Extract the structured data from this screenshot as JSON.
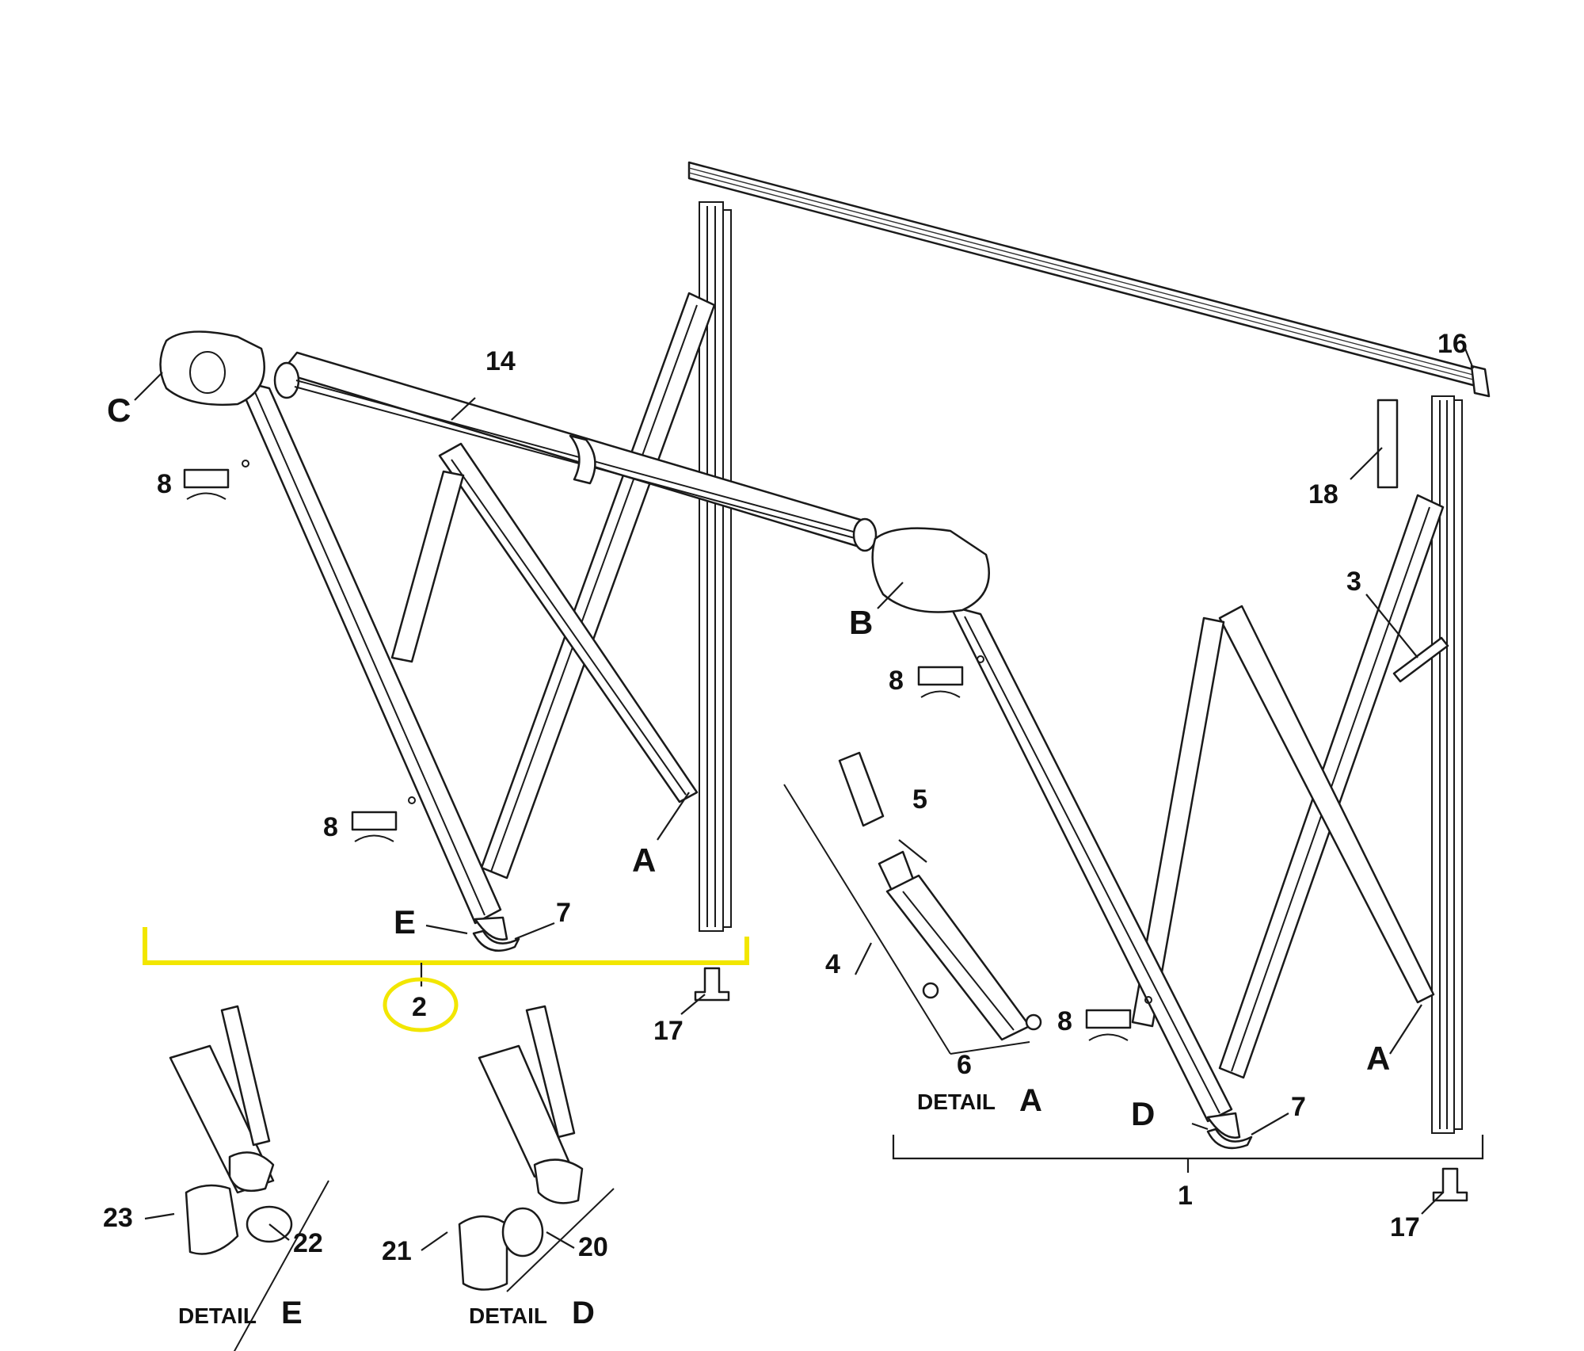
{
  "diagram": {
    "callouts": {
      "n1": "1",
      "n2": "2",
      "n3": "3",
      "n4": "4",
      "n5": "5",
      "n6": "6",
      "n7a": "7",
      "n7b": "7",
      "n8a": "8",
      "n8b": "8",
      "n8c": "8",
      "n8d": "8",
      "n14": "14",
      "n16": "16",
      "n17a": "17",
      "n17b": "17",
      "n18": "18",
      "n20": "20",
      "n21": "21",
      "n22": "22",
      "n23": "23",
      "A1": "A",
      "A2": "A",
      "B": "B",
      "C": "C",
      "D": "D",
      "E": "E"
    },
    "details": {
      "a_word": "DETAIL",
      "a_letter": "A",
      "d_word": "DETAIL",
      "d_letter": "D",
      "e_word": "DETAIL",
      "e_letter": "E"
    },
    "colors": {
      "line": "#1a1a1a",
      "highlight": "#f2e600"
    }
  }
}
